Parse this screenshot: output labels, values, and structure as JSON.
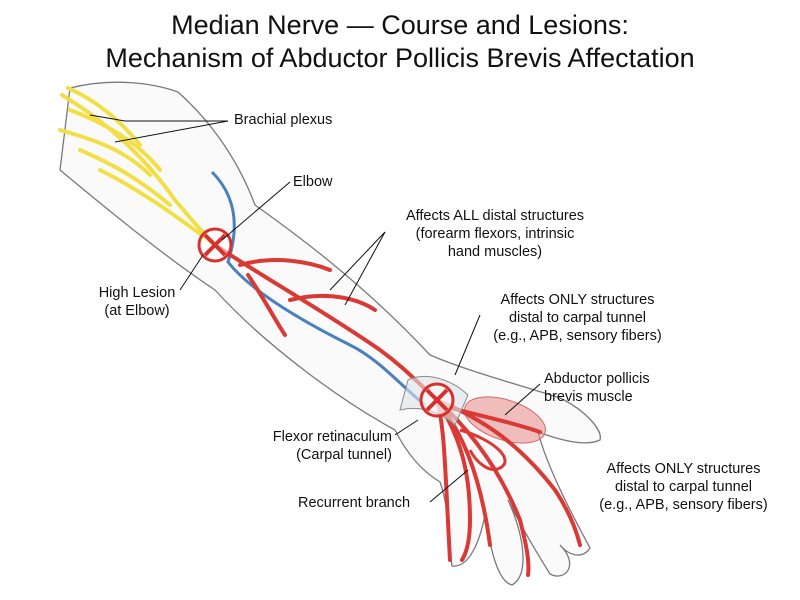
{
  "title": {
    "line1": "Median Nerve — Course and Lesions:",
    "line2": "Mechanism of Abductor Pollicis Brevis Affectation"
  },
  "labels": {
    "brachial_plexus": "Brachial plexus",
    "elbow": "Elbow",
    "affects_all": {
      "line1": "Affects ALL distal structures",
      "line2": "(forearm flexors, intrinsic",
      "line3": "hand muscles)"
    },
    "high_lesion": {
      "line1": "High Lesion",
      "line2": "(at Elbow)"
    },
    "affects_only_upper": {
      "line1": "Affects ONLY structures",
      "line2": "distal to carpal tunnel",
      "line3": "(e.g., APB, sensory fibers)"
    },
    "apb_muscle": {
      "line1": "Abductor pollicis",
      "line2": "brevis muscle"
    },
    "flexor_retinaculum": {
      "line1": "Flexor retinaculum",
      "line2": "(Carpal tunnel)"
    },
    "recurrent_branch": "Recurrent branch",
    "affects_only_lower": {
      "line1": "Affects ONLY structures",
      "line2": "distal to carpal tunnel",
      "line3": "(e.g., APB, sensory fibers)"
    }
  },
  "colors": {
    "nerve_unaffected": "#f2df45",
    "nerve_affected": "#d93a35",
    "vessel": "#4a7fc0",
    "lesion_marker": "#d8302c",
    "muscle": "#e58a86",
    "outline": "#7a7a7a"
  }
}
